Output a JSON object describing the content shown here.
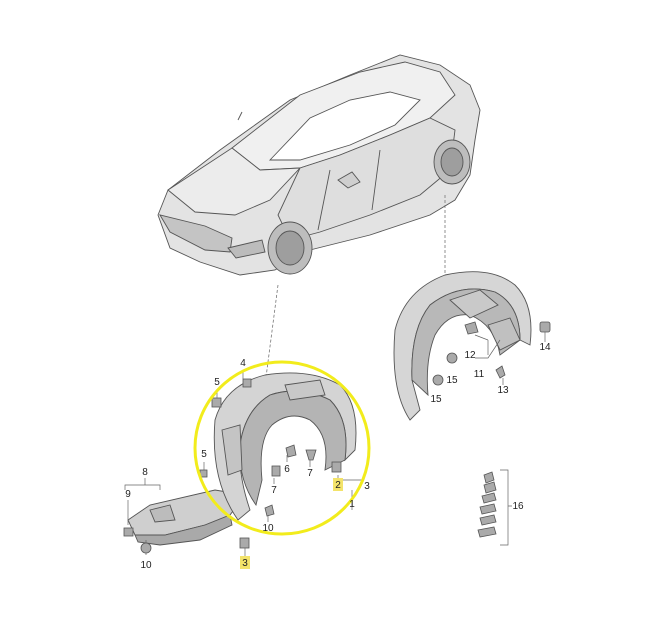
{
  "callouts": {
    "c1": "1",
    "c2": "2",
    "c3a": "3",
    "c3b": "3",
    "c4": "4",
    "c5a": "5",
    "c5b": "5",
    "c6": "6",
    "c7a": "7",
    "c7b": "7",
    "c8": "8",
    "c9": "9",
    "c10a": "10",
    "c10b": "10",
    "c11": "11",
    "c12": "12",
    "c13": "13",
    "c14": "14",
    "c15a": "15",
    "c15b": "15",
    "c16": "16"
  },
  "colors": {
    "line": "#555555",
    "part_fill": "#d6d6d6",
    "part_dark": "#9a9a9a",
    "highlight_box": "#f3e36a",
    "circle": "#f2ec1c"
  }
}
